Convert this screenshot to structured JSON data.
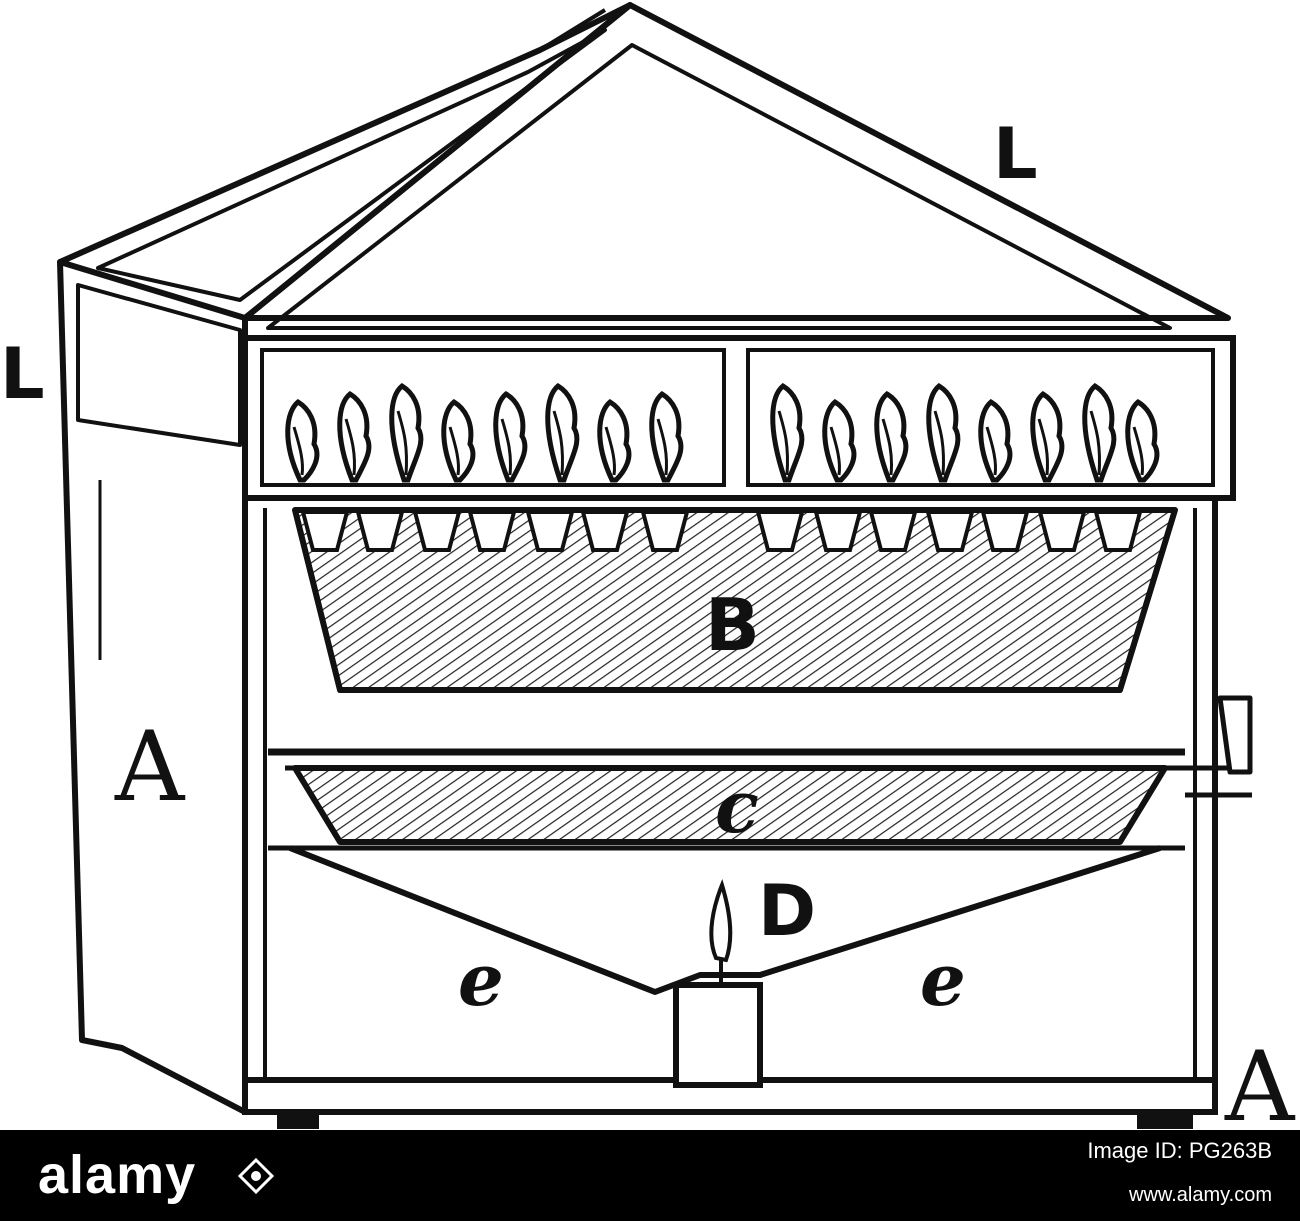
{
  "diagram": {
    "labels": {
      "L_top": "L",
      "L_left": "L",
      "B": "B",
      "A_left": "A",
      "A_right": "A",
      "c": "c",
      "D": "D",
      "e_left": "e",
      "e_right": "e"
    }
  },
  "watermark": {
    "brand": "alamy",
    "image_id": "Image ID: PG263B",
    "site": "www.alamy.com"
  },
  "colors": {
    "ink": "#111111",
    "paper": "#ffffff",
    "banner": "#000000"
  }
}
